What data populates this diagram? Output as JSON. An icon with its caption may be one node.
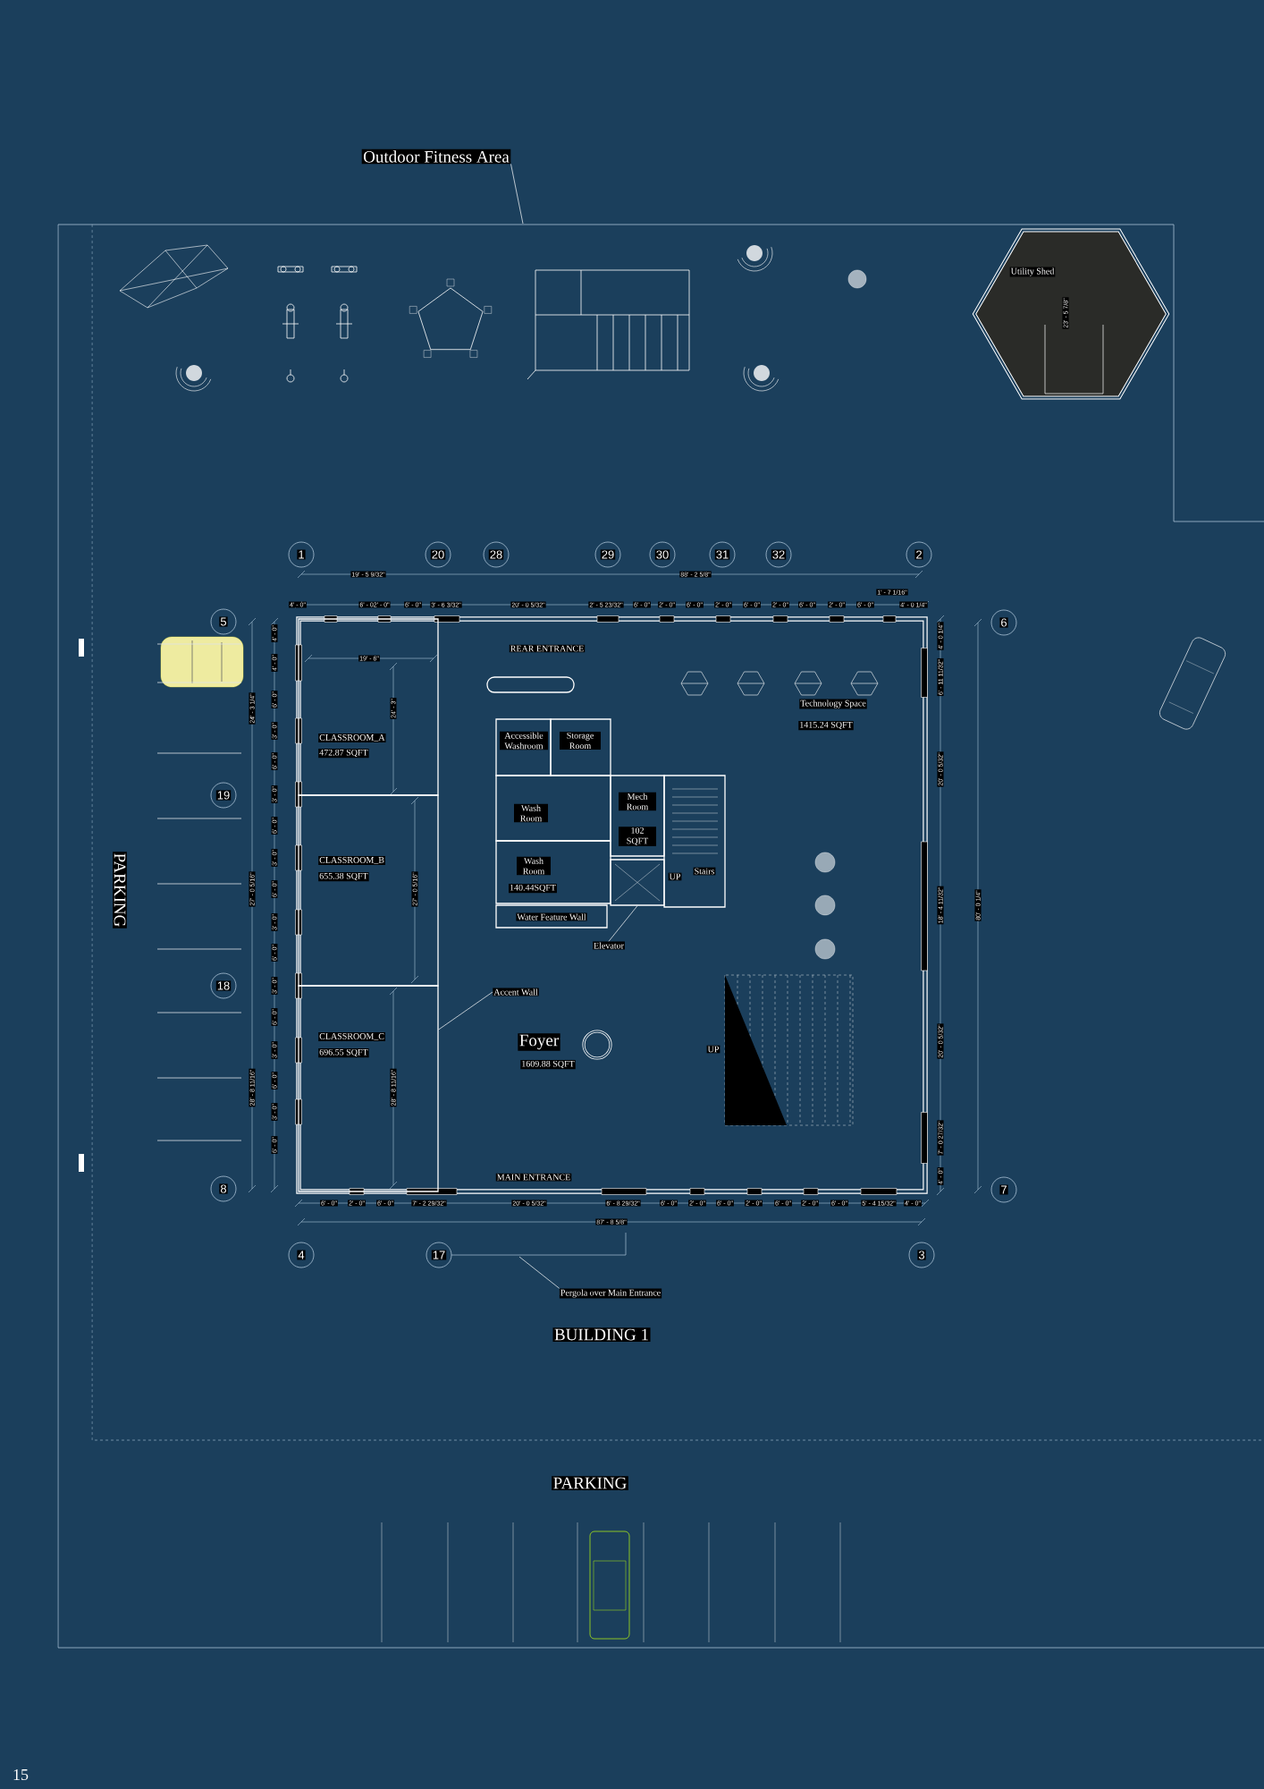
{
  "diagram": {
    "nodes": [
      {
        "text": [
          "Outdoor Fitness Area"
        ]
      },
      {
        "text": [
          "Utility Shed"
        ]
      },
      {
        "text": [],
        "shape": "box"
      },
      {
        "text": [
          "CLASSROOM_A",
          "472.87 SQFT"
        ],
        "in": 2
      },
      {
        "text": [
          "CLASSROOM_B",
          "655.38 SQFT"
        ],
        "in": 2
      },
      {
        "text": [
          "CLASSROOM_C",
          "696.55 SQFT"
        ],
        "in": 2
      },
      {
        "text": [
          "Accessible Washroom"
        ],
        "in": 2
      },
      {
        "text": [
          "Storage Room"
        ],
        "in": 2
      },
      {
        "text": [
          "Wash Room"
        ],
        "in": 2
      },
      {
        "text": [
          "Wash Room",
          "140.44SQFT"
        ],
        "in": 2
      },
      {
        "text": [
          "Mech Room",
          "102 SQFT"
        ],
        "in": 2
      },
      {
        "text": [
          "UP",
          "Stairs"
        ],
        "in": 2
      },
      {
        "text": [],
        "shape": "box",
        "in": 2
      },
      {
        "text": [
          "Elevator"
        ],
        "in": 2
      },
      {
        "text": [
          "Water Feature Wall"
        ],
        "in": 2
      },
      {
        "text": [
          "Accent Wall"
        ],
        "in": 2
      },
      {
        "text": [
          "Pergola over Main Entrance"
        ]
      },
      {
        "text": [],
        "shape": "oval",
        "in": 2
      },
      {
        "text": [
          "1"
        ]
      },
      {
        "text": [
          "20"
        ]
      },
      {
        "text": [
          "28"
        ]
      },
      {
        "text": [
          "29"
        ]
      },
      {
        "text": [
          "30"
        ]
      },
      {
        "text": [
          "31"
        ]
      },
      {
        "text": [
          "32"
        ]
      },
      {
        "text": [
          "2"
        ]
      },
      {
        "text": [
          "5"
        ]
      },
      {
        "text": [
          "6"
        ]
      },
      {
        "text": [
          "19"
        ]
      },
      {
        "text": [
          "18"
        ]
      },
      {
        "text": [
          "8"
        ]
      },
      {
        "text": [
          "7"
        ]
      },
      {
        "text": [
          "4"
        ]
      },
      {
        "text": [
          "17"
        ]
      },
      {
        "text": [
          "3"
        ]
      }
    ],
    "edges": [
      {
        "from": 0,
        "to": null,
        "arrow": "none"
      },
      {
        "from": 13,
        "to": 12,
        "arrow": "none"
      },
      {
        "from": 15,
        "to": 5,
        "arrow": "none"
      },
      {
        "from": 16,
        "to": null,
        "arrow": "none"
      }
    ],
    "labels": [
      "23' - 5 7/8\"",
      "19' - 5 9/32\"",
      "88' - 2 5/8\"",
      "1' - 7 1/16\"",
      "4' - 0\"",
      "6' - 02' - 0\"",
      "6' - 0\"",
      "3' - 6 3/32\"",
      "20' - 0 5/32\"",
      "2' - 5 23/32\"",
      "6' - 0\"",
      "2' - 0\"",
      "6' - 0\"",
      "2' - 0\"",
      "6' - 0\"",
      "2' - 0\"",
      "6' - 0\"",
      "2' - 0\"",
      "6' - 0\"",
      "4' - 0 1/4\"",
      "REAR ENTRANCE",
      "19' - 6\"",
      "Technology Space",
      "1415.24 SQFT",
      "24' - 3\"",
      "27' - 0 5/16\"",
      "Foyer",
      "1609.88 SQFT",
      "UP",
      "28' - 8 11/16\"",
      "MAIN ENTRANCE",
      "4' - 0\"",
      "4' - 0\"",
      "6' - 0\"",
      "3' - 0\"",
      "6' - 0\"",
      "3' - 0\"",
      "6' - 0\"",
      "3' - 0\"",
      "6' - 0\"",
      "3' - 0\"",
      "6' - 0\"",
      "3' - 0\"",
      "6' - 0\"",
      "3' - 0\"",
      "6' - 0\"",
      "3' - 0\"",
      "6' - 0\"",
      "24' - 3 1/4\"",
      "27' - 0 5/16\"",
      "28' - 8 11/16\"",
      "4' - 0 1/4\"",
      "6' - 11 11/32\"",
      "20' - 0 5/32\"",
      "18' - 4 11/32\"",
      "20' - 0 5/32\"",
      "7' - 0 27/32\"",
      "4' - 0\"",
      "80' - 0 1/4\"",
      "6' - 0\"",
      "2' - 0\"",
      "6' - 0\"",
      "7' - 2 29/32\"",
      "20' - 0 5/32\"",
      "6' - 8 29/32\"",
      "6' - 0\"",
      "2' - 0\"",
      "6' - 0\"",
      "2' - 0\"",
      "6' - 0\"",
      "2' - 0\"",
      "6' - 0\"",
      "5' - 4 15/32\"",
      "4' - 0\"",
      "87' - 8 5/8\"",
      "PARKING",
      "BUILDING 1",
      "PARKING",
      "15"
    ]
  }
}
